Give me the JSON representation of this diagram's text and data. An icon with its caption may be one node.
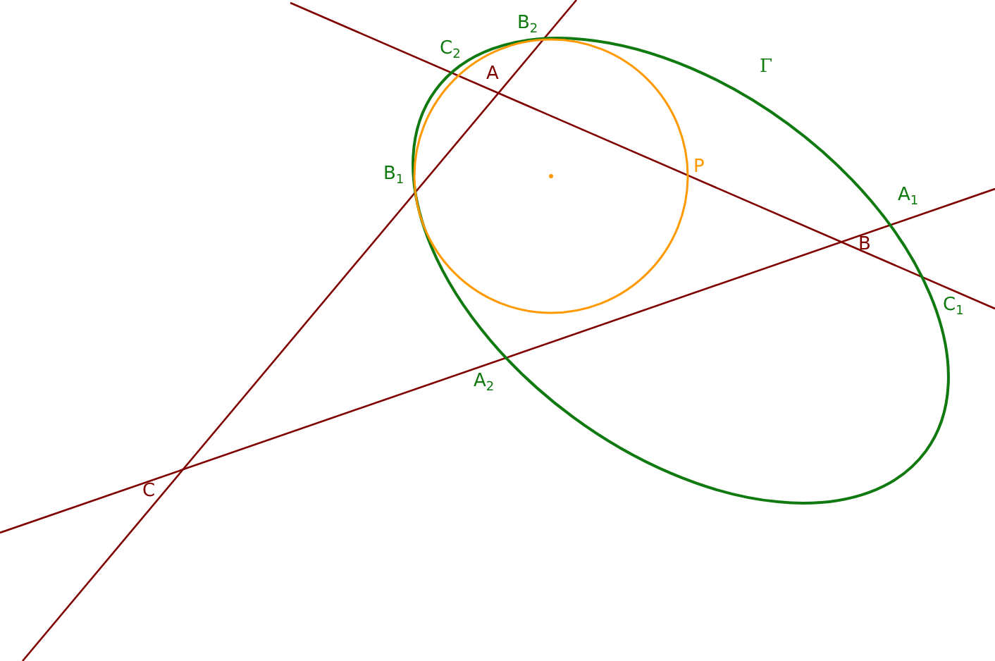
{
  "diagram": {
    "labels": [
      "B$_{2}$",
      "C$_{2}$",
      "A",
      "Γ",
      "B$_{1}$",
      "P",
      "A$_{1}$",
      "B",
      "C$_{1}$",
      "A$_{2}$",
      "C"
    ]
  }
}
